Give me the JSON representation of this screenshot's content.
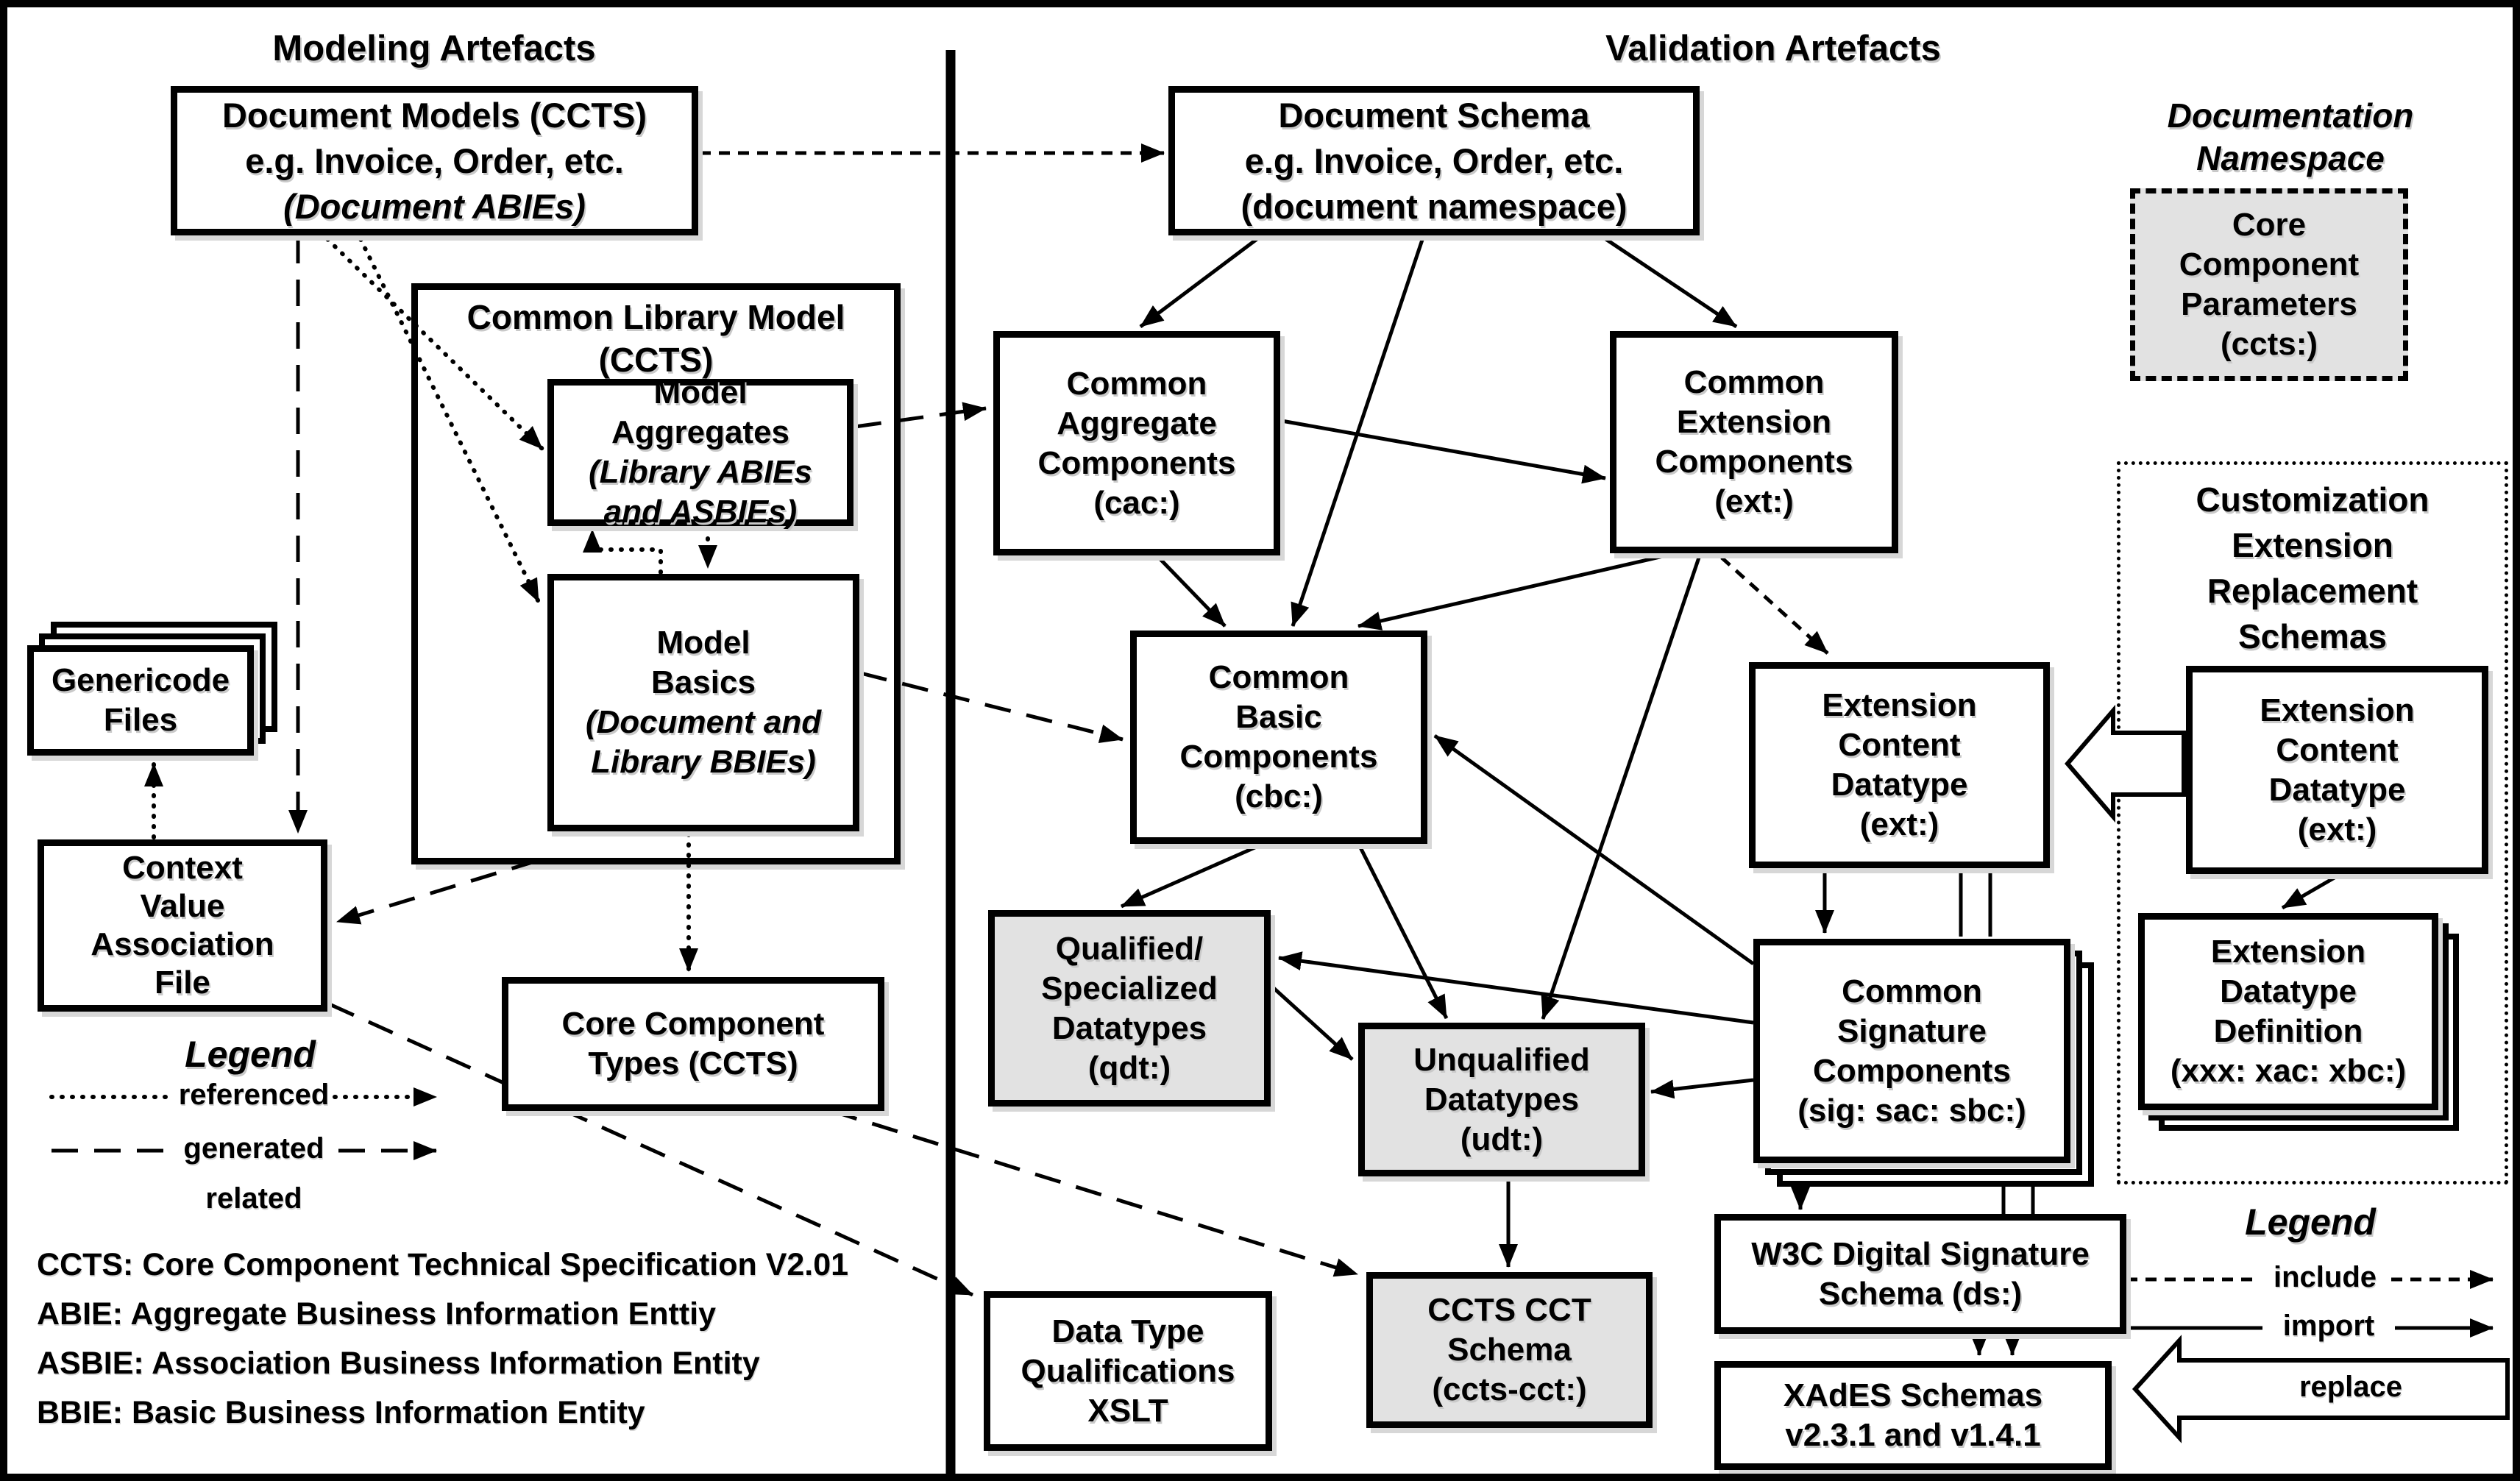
{
  "titles": {
    "modeling": "Modeling Artefacts",
    "validation": "Validation Artefacts",
    "doc_namespace_1": "Documentation",
    "doc_namespace_2": "Namespace"
  },
  "boxes": {
    "doc_models": {
      "l1": "Document Models (CCTS)",
      "l2": "e.g. Invoice, Order, etc.",
      "l3": "(Document ABIEs)"
    },
    "doc_schema": {
      "l1": "Document Schema",
      "l2": "e.g. Invoice, Order, etc.",
      "l3": "(document namespace)"
    },
    "clm": {
      "l1": "Common Library Model",
      "l2": "(CCTS)"
    },
    "model_aggregates": {
      "l1": "Model",
      "l2": "Aggregates",
      "l3": "(Library ABIEs",
      "l4": "and ASBIEs)"
    },
    "model_basics": {
      "l1": "Model",
      "l2": "Basics",
      "l3": "(Document and",
      "l4": "Library BBIEs)"
    },
    "genericode": {
      "l1": "Genericode",
      "l2": "Files"
    },
    "cva": {
      "l1": "Context",
      "l2": "Value",
      "l3": "Association",
      "l4": "File"
    },
    "cct": {
      "l1": "Core Component",
      "l2": "Types (CCTS)"
    },
    "cac": {
      "l1": "Common",
      "l2": "Aggregate",
      "l3": "Components",
      "l4": "(cac:)"
    },
    "ext": {
      "l1": "Common",
      "l2": "Extension",
      "l3": "Components",
      "l4": "(ext:)"
    },
    "cbc": {
      "l1": "Common",
      "l2": "Basic",
      "l3": "Components",
      "l4": "(cbc:)"
    },
    "qdt": {
      "l1": "Qualified/",
      "l2": "Specialized",
      "l3": "Datatypes",
      "l4": "(qdt:)"
    },
    "udt": {
      "l1": "Unqualified",
      "l2": "Datatypes",
      "l3": "(udt:)"
    },
    "ccts_cct": {
      "l1": "CCTS CCT",
      "l2": "Schema",
      "l3": "(ccts-cct:)"
    },
    "dtq": {
      "l1": "Data Type",
      "l2": "Qualifications",
      "l3": "XSLT"
    },
    "ccts_params": {
      "l1": "Core",
      "l2": "Component",
      "l3": "Parameters",
      "l4": "(ccts:)"
    },
    "custom": {
      "l1": "Customization",
      "l2": "Extension",
      "l3": "Replacement",
      "l4": "Schemas"
    },
    "ecd_left": {
      "l1": "Extension",
      "l2": "Content",
      "l3": "Datatype",
      "l4": "(ext:)"
    },
    "ecd_right": {
      "l1": "Extension",
      "l2": "Content",
      "l3": "Datatype",
      "l4": "(ext:)"
    },
    "edd": {
      "l1": "Extension",
      "l2": "Datatype",
      "l3": "Definition",
      "l4": "(xxx: xac: xbc:)"
    },
    "csc": {
      "l1": "Common",
      "l2": "Signature",
      "l3": "Components",
      "l4": "(sig: sac: sbc:)"
    },
    "w3c": {
      "l1": "W3C Digital Signature",
      "l2": "Schema (ds:)"
    },
    "xades": {
      "l1": "XAdES Schemas",
      "l2": "v2.3.1 and v1.4.1"
    }
  },
  "legend_left": {
    "title": "Legend",
    "referenced": "referenced",
    "generated": "generated",
    "related": "related"
  },
  "legend_right": {
    "title": "Legend",
    "include": "include",
    "import": "import",
    "replace": "replace"
  },
  "glossary": [
    "CCTS: Core Component Technical Specification V2.01",
    "ABIE: Aggregate Business Information Enttiy",
    "ASBIE: Association Business Information Entity",
    "BBIE: Basic Business Information Entity"
  ],
  "colors": {
    "line": "#000000",
    "background": "#ffffff",
    "gray_fill": "#e2e2e2"
  }
}
